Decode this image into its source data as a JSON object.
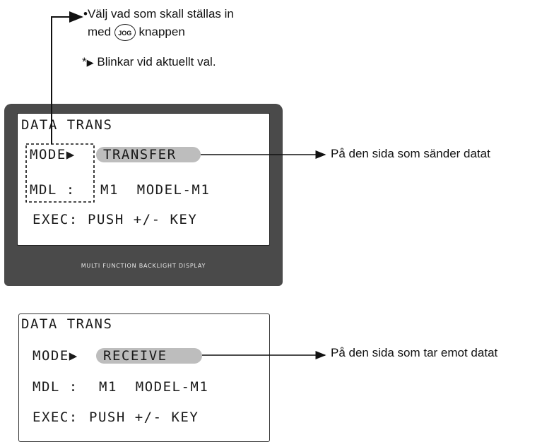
{
  "annotations": {
    "select_line1": "•Välj vad som skall ställas in",
    "select_line2_prefix": "med",
    "jog_label": "JOG",
    "select_line2_suffix": "knappen",
    "blink_star": "*",
    "blink_arrow": "▶",
    "blink_note": "Blinkar vid aktuellt val.",
    "transfer_note": "På den sida som sänder datat",
    "receive_note": "På den sida som tar emot datat"
  },
  "display1": {
    "title": "DATA TRANS",
    "mode_label": "MODE▶",
    "mode_value": "TRANSFER",
    "mdl_label": "MDL :",
    "mdl_value": "M1  MODEL-M1",
    "exec_label": "EXEC:",
    "exec_value": "PUSH +/- KEY",
    "bezel_caption": "MULTI FUNCTION BACKLIGHT DISPLAY"
  },
  "display2": {
    "title": "DATA TRANS",
    "mode_label": "MODE▶",
    "mode_value": "RECEIVE",
    "mdl_label": "MDL :",
    "mdl_value": "M1  MODEL-M1",
    "exec_label": "EXEC:",
    "exec_value": "PUSH +/- KEY"
  },
  "colors": {
    "bezel": "#4a4a4a",
    "highlight_pill": "#bdbdbd",
    "text": "#111111"
  }
}
